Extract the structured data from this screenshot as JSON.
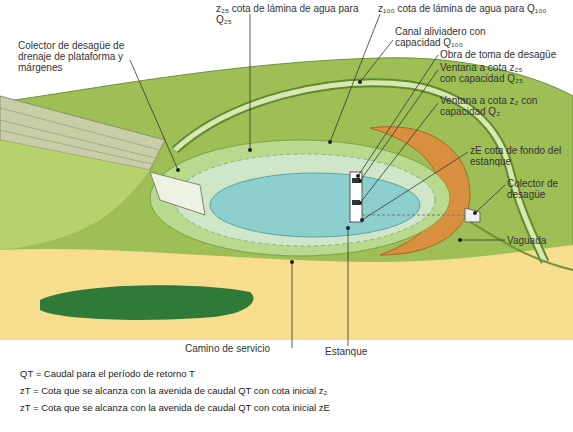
{
  "diagram": {
    "labels": [
      "z₂₅ cota de lámina de agua para Q₂₅",
      "z₁₀₀ cota de lámina de agua para Q₁₀₀",
      "Colector de desagüe de drenaje de plataforma y márgenes",
      "Canal aliviadero con capacidad Q₁₀₀",
      "Obra de toma de desagüe",
      "Ventana a cota z₂₅ con capacidad Q₂₅",
      "Ventana a cota z₂ con capacidad Q₂",
      "zE cota de fondo del estanque",
      "Colector de desagüe",
      "Vaguada",
      "Camino de servicio",
      "Estanque",
      "QT = Caudal para el período de retorno T",
      "zT = Cota que se alcanza con la avenida de caudal QT con cota inicial z₂",
      "zT = Cota que se alcanza con la avenida de caudal QT con cota inicial zE"
    ]
  }
}
